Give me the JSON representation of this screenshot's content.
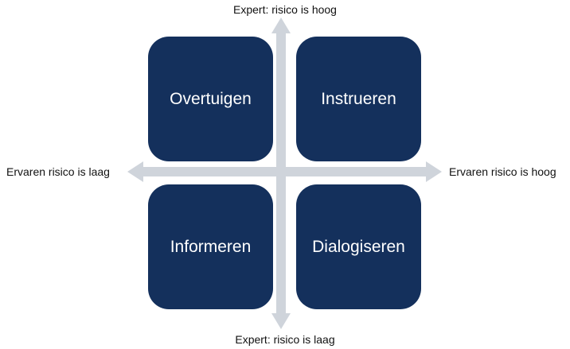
{
  "colors": {
    "quadrant_fill": "#14305c",
    "quadrant_text": "#ffffff",
    "axis": "#cfd4db",
    "label_text": "#111111"
  },
  "axis_labels": {
    "top": "Expert: risico is hoog",
    "bottom": "Expert: risico is laag",
    "left": "Ervaren risico is laag",
    "right": "Ervaren risico is hoog"
  },
  "quadrants": {
    "top_left": "Overtuigen",
    "top_right": "Instrueren",
    "bottom_left": "Informeren",
    "bottom_right": "Dialogiseren"
  }
}
